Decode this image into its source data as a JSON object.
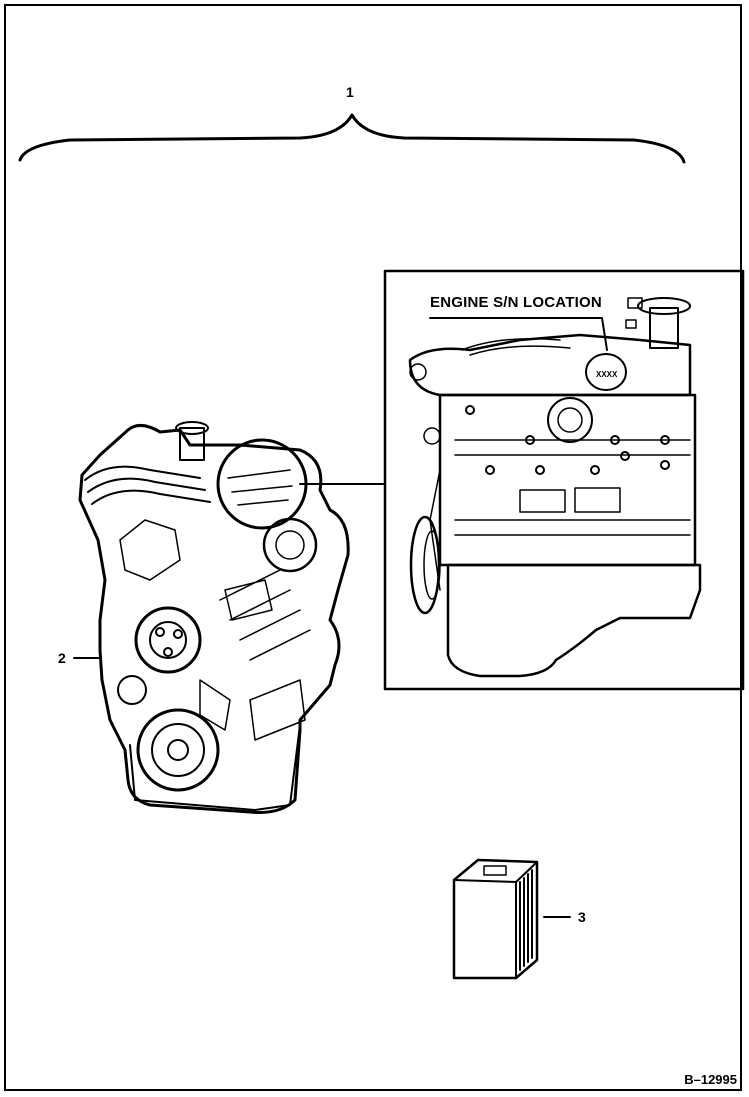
{
  "callouts": {
    "item1": "1",
    "item2": "2",
    "item3": "3"
  },
  "inset": {
    "title": "ENGINE S/N LOCATION",
    "serial_placeholder": "XXXX"
  },
  "figure_id": "B–12995"
}
